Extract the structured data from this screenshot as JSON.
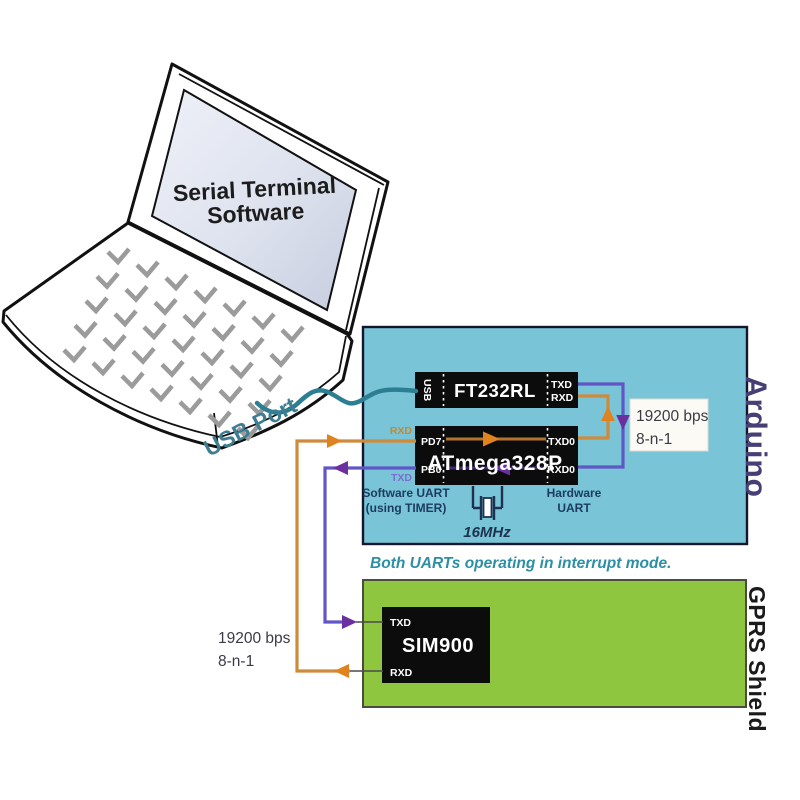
{
  "laptop": {
    "screen_line1": "Serial Terminal",
    "screen_line2": "Software",
    "usb_port": "USB Port"
  },
  "arduino": {
    "side_label": "Arduino",
    "usb_chip": {
      "name": "FT232RL",
      "usb_pin": "USB",
      "txd": "TXD",
      "rxd": "RXD"
    },
    "mcu": {
      "name": "ATmega328P",
      "pd7": "PD7",
      "pb0": "PB0",
      "txd0": "TXD0",
      "rxd0": "RXD0"
    },
    "sw_rxd_label": "RXD",
    "sw_txd_label": "TXD",
    "software_uart": [
      "Software UART",
      "(using TIMER)"
    ],
    "hardware_uart": [
      "Hardware",
      "UART"
    ],
    "crystal": "16MHz",
    "baud_box": [
      "19200 bps",
      "8-n-1"
    ]
  },
  "note": "Both UARTs operating in interrupt mode.",
  "gprs": {
    "side_label": "GPRS Shield",
    "modem": {
      "name": "SIM900",
      "txd": "TXD",
      "rxd": "RXD"
    },
    "baud": [
      "19200 bps",
      "8-n-1"
    ]
  },
  "colors": {
    "arduino_fill": "#79c5d7",
    "arduino_border": "#15152e",
    "arduino_label": "#453f75",
    "gprs_fill": "#8fc640",
    "chip_black": "#0c0c0c",
    "wire_orange": "#cf8a3a",
    "arrow_orange": "#e0821e",
    "wire_purple": "#6156c6",
    "arrow_purple": "#6b2fa0",
    "cable_teal": "#2c7f93",
    "note_teal": "#2c8fa4"
  }
}
